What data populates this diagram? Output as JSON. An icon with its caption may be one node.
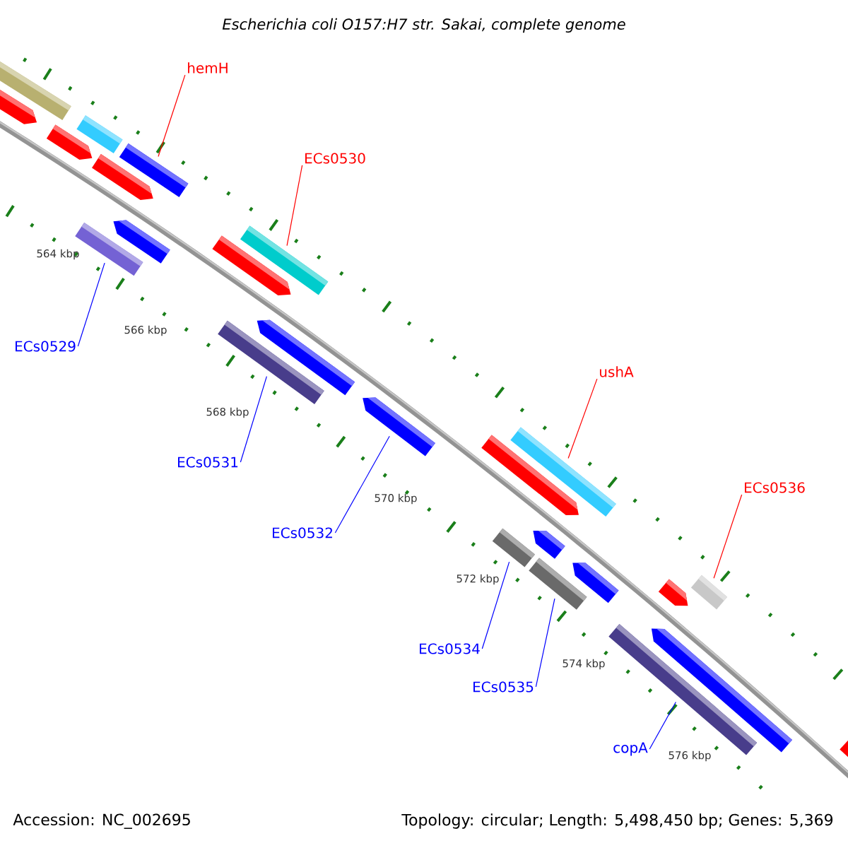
{
  "diagram": {
    "title": "*Escherichia coli* O157:H7 str. Sakai, complete genome",
    "nodes": [
      {
        "text": [
          "hemH"
        ]
      },
      {
        "text": [
          "ECs0530"
        ]
      },
      {
        "text": [
          "ECs0529"
        ]
      },
      {
        "text": [
          "ECs0531"
        ]
      },
      {
        "text": [
          "ushA"
        ]
      },
      {
        "text": [
          "ECs0532"
        ]
      },
      {
        "text": [
          "ECs0536"
        ]
      },
      {
        "text": [
          "ECs0534"
        ]
      },
      {
        "text": [
          "ECs0535"
        ]
      },
      {
        "text": [
          "copA"
        ]
      },
      {
        "text": [],
        "shape": "bar"
      },
      {
        "text": [],
        "shape": "arrow"
      },
      {
        "text": [],
        "shape": "arrow"
      },
      {
        "text": [],
        "shape": "bar"
      },
      {
        "text": [],
        "shape": "arrow"
      },
      {
        "text": [],
        "shape": "bar"
      },
      {
        "text": [],
        "shape": "bar"
      },
      {
        "text": [],
        "shape": "arrow"
      },
      {
        "text": [],
        "shape": "arrow"
      },
      {
        "text": [],
        "shape": "bar"
      },
      {
        "text": [],
        "shape": "bar"
      },
      {
        "text": [],
        "shape": "arrow"
      },
      {
        "text": [],
        "shape": "arrow"
      },
      {
        "text": [],
        "shape": "arrow"
      },
      {
        "text": [],
        "shape": "bar"
      },
      {
        "text": [],
        "shape": "bar"
      },
      {
        "text": [],
        "shape": "arrow"
      },
      {
        "text": [],
        "shape": "bar"
      },
      {
        "text": [],
        "shape": "arrow"
      },
      {
        "text": [],
        "shape": "bar"
      },
      {
        "text": [],
        "shape": "arrow"
      },
      {
        "text": [],
        "shape": "arrow"
      },
      {
        "text": [],
        "shape": "bar"
      },
      {
        "text": [],
        "shape": "arrow"
      }
    ],
    "edges": [
      {
        "from": 0,
        "to": 15,
        "arrow": "none",
        "color": "#ff0000"
      },
      {
        "from": 1,
        "to": 19,
        "arrow": "none",
        "color": "#ff0000"
      },
      {
        "from": 2,
        "to": 16,
        "arrow": "none",
        "color": "#0000ff"
      },
      {
        "from": 3,
        "to": 20,
        "arrow": "none",
        "color": "#0000ff"
      },
      {
        "from": 4,
        "to": 24,
        "arrow": "none",
        "color": "#ff0000"
      },
      {
        "from": 5,
        "to": 22,
        "arrow": "none",
        "color": "#0000ff"
      },
      {
        "from": 6,
        "to": 32,
        "arrow": "none",
        "color": "#ff0000"
      },
      {
        "from": 7,
        "to": 25,
        "arrow": "none",
        "color": "#0000ff"
      },
      {
        "from": 8,
        "to": 27,
        "arrow": "none",
        "color": "#0000ff"
      },
      {
        "from": 9,
        "to": 29,
        "arrow": "none",
        "color": "#0000ff"
      }
    ],
    "labels": [
      "564 kbp",
      "566 kbp",
      "568 kbp",
      "570 kbp",
      "572 kbp",
      "574 kbp",
      "576 kbp",
      "Accession: NC_002695",
      "Topology: circular; Length: 5,498,450 bp; Genes: 5,369"
    ]
  }
}
